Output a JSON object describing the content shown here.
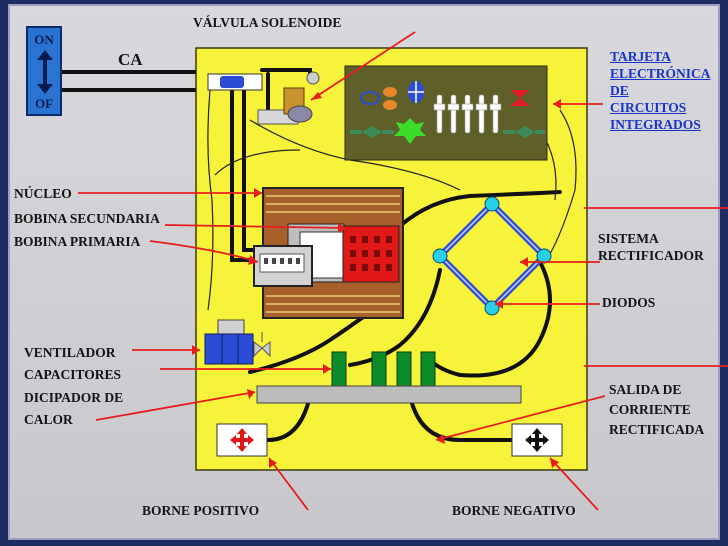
{
  "switch": {
    "on": "ON",
    "off": "OF"
  },
  "labels": {
    "ca": "CA",
    "valvula": "VÁLVULA SOLENOIDE",
    "tarjeta": [
      "TARJETA",
      "ELECTRÓNICA",
      "DE",
      "CIRCUITOS",
      "INTEGRADOS"
    ],
    "nucleo": "NÚCLEO",
    "bobina_secundaria": "BOBINA SECUNDARIA",
    "bobina_primaria": "BOBINA PRIMARIA",
    "sistema": [
      "SISTEMA",
      "RECTIFICADOR"
    ],
    "diodos": "DIODOS",
    "ventilador": "VENTILADOR",
    "capacitores": "CAPACITORES",
    "dicipador": [
      "DICIPADOR DE",
      "CALOR"
    ],
    "salida": [
      "SALIDA DE",
      "CORRIENTE",
      "RECTIFICADA"
    ],
    "borne_positivo": "BORNE POSITIVO",
    "borne_negativo": "BORNE NEGATIVO"
  },
  "colors": {
    "panel": "#f7f23a",
    "pointer": "#e81c1c",
    "board": "#5f5f2a",
    "link": "#1833c8",
    "switch": "#2a73d2"
  },
  "icons": [
    "up-down-arrow-icon",
    "positive-terminal-icon",
    "negative-terminal-icon",
    "fan-icon"
  ]
}
